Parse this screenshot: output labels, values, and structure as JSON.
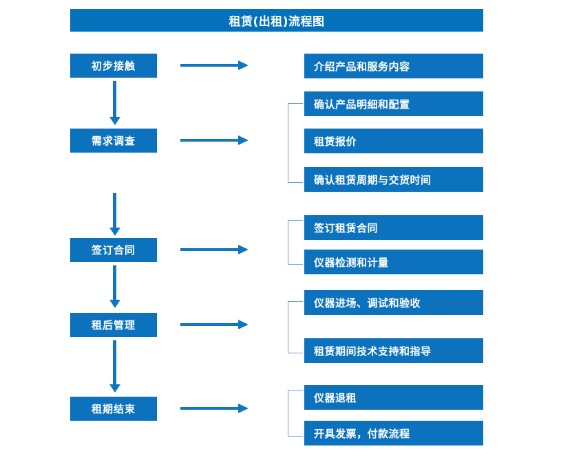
{
  "title": {
    "text": "租赁(出租)流程图"
  },
  "colors": {
    "header_blue": "#0571bd",
    "box_blue": "#0d72bd",
    "arrow_blue": "#1076bd",
    "bracket_blue": "#6c9fd4",
    "text_white": "#ffffff",
    "background": "#ffffff"
  },
  "stages": [
    {
      "label": "初步接触"
    },
    {
      "label": "需求调查"
    },
    {
      "label": "签订合同"
    },
    {
      "label": "租后管理"
    },
    {
      "label": "租期结束"
    }
  ],
  "details": [
    {
      "label": "介绍产品和服务内容"
    },
    {
      "label": "确认产品明细和配置"
    },
    {
      "label": "租赁报价"
    },
    {
      "label": "确认租赁周期与交货时间"
    },
    {
      "label": "签订租赁合同"
    },
    {
      "label": "仪器检测和计量"
    },
    {
      "label": "仪器进场、调试和验收"
    },
    {
      "label": "租赁期间技术支持和指导"
    },
    {
      "label": "仪器退租"
    },
    {
      "label": "开具发票，付款流程"
    }
  ],
  "chart_data": {
    "type": "diagram",
    "title": "租赁(出租)流程图",
    "flow": [
      {
        "stage": "初步接触",
        "details": [
          "介绍产品和服务内容"
        ]
      },
      {
        "stage": "需求调查",
        "details": [
          "确认产品明细和配置",
          "租赁报价",
          "确认租赁周期与交货时间"
        ]
      },
      {
        "stage": "签订合同",
        "details": [
          "签订租赁合同",
          "仪器检测和计量"
        ]
      },
      {
        "stage": "租后管理",
        "details": [
          "仪器进场、调试和验收",
          "租赁期间技术支持和指导"
        ]
      },
      {
        "stage": "租期结束",
        "details": [
          "仪器退租",
          "开具发票，付款流程"
        ]
      }
    ]
  }
}
